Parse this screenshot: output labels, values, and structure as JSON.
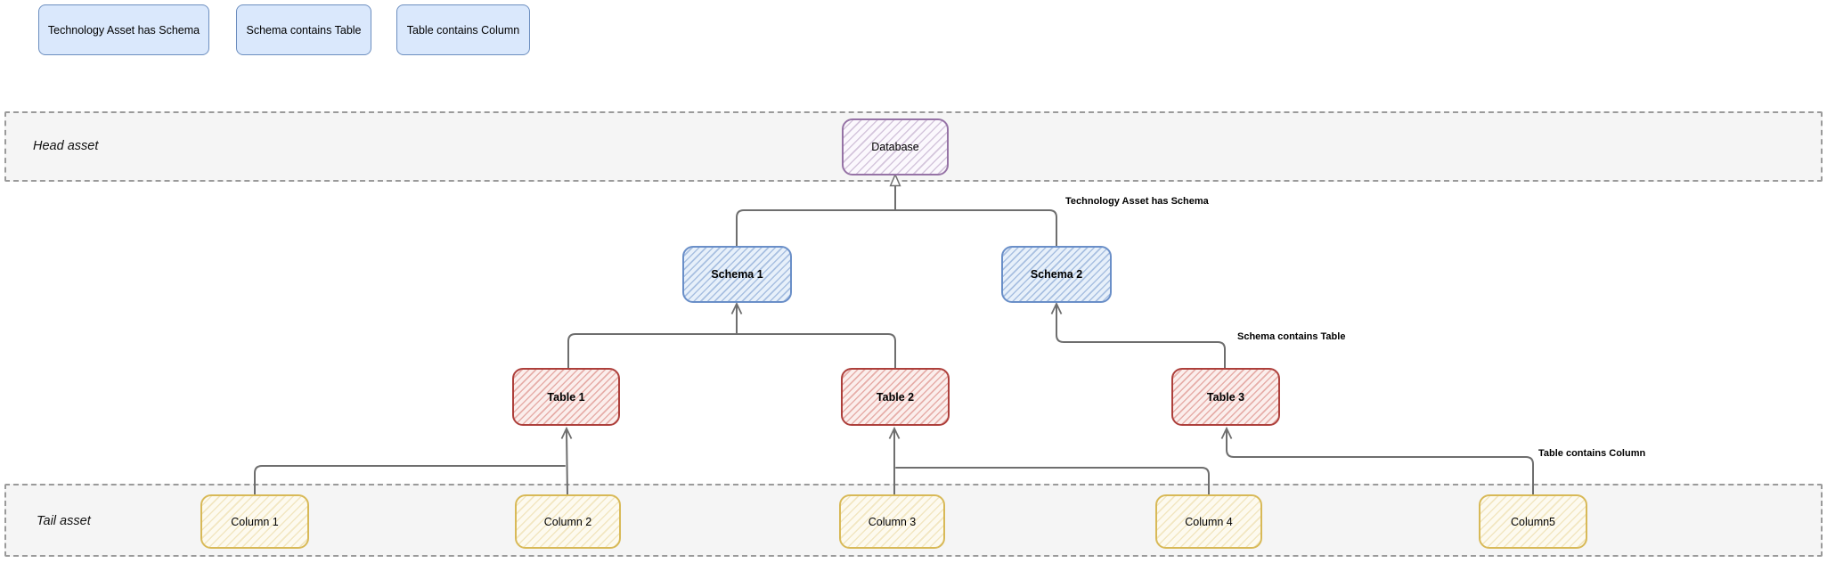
{
  "diagram": {
    "legend": {
      "items": [
        {
          "label": "Technology Asset has Schema"
        },
        {
          "label": "Schema contains Table"
        },
        {
          "label": "Table contains Column"
        }
      ]
    },
    "bands": {
      "head": {
        "label": "Head asset"
      },
      "tail": {
        "label": "Tail asset"
      }
    },
    "nodes": {
      "database": {
        "label": "Database",
        "color": "#9673a6"
      },
      "schema1": {
        "label": "Schema 1",
        "color": "#6a8fc8"
      },
      "schema2": {
        "label": "Schema 2",
        "color": "#6a8fc8"
      },
      "table1": {
        "label": "Table 1",
        "color": "#ad3f3b"
      },
      "table2": {
        "label": "Table 2",
        "color": "#ad3f3b"
      },
      "table3": {
        "label": "Table 3",
        "color": "#ad3f3b"
      },
      "column1": {
        "label": "Column 1",
        "color": "#d8b957"
      },
      "column2": {
        "label": "Column 2",
        "color": "#d8b957"
      },
      "column3": {
        "label": "Column 3",
        "color": "#d8b957"
      },
      "column4": {
        "label": "Column 4",
        "color": "#d8b957"
      },
      "column5": {
        "label": "Column5",
        "color": "#d8b957"
      }
    },
    "edge_labels": {
      "technology_asset_has_schema": {
        "label": "Technology Asset has Schema"
      },
      "schema_contains_table": {
        "label": "Schema contains Table"
      },
      "table_contains_column": {
        "label": "Table contains Column"
      }
    },
    "colors": {
      "edge": "#6e6e6e",
      "legend_fill": "#dae8fc",
      "legend_border": "#6c8ebf",
      "band_fill": "#f5f5f5",
      "band_border": "#9a9a9a"
    }
  }
}
